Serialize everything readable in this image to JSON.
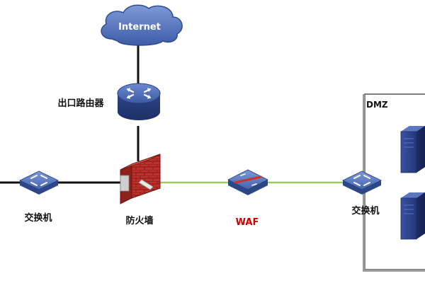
{
  "nodes": {
    "internet": {
      "label": "Internet"
    },
    "router": {
      "label": "出口路由器"
    },
    "switch_left": {
      "label": "交换机"
    },
    "firewall": {
      "label": "防火墙"
    },
    "waf": {
      "label": "WAF"
    },
    "switch_dmz": {
      "label": "交换机"
    }
  },
  "zones": {
    "dmz": {
      "label": "DMZ"
    }
  },
  "colors": {
    "link_dark": "#111111",
    "link_green": "#9acb5c",
    "device_blue": "#3f5fa8",
    "cloud_blue": "#4a6db5",
    "firewall_red": "#c0302a",
    "waf_label": "#cc0000",
    "server_blue": "#2c3f86"
  }
}
